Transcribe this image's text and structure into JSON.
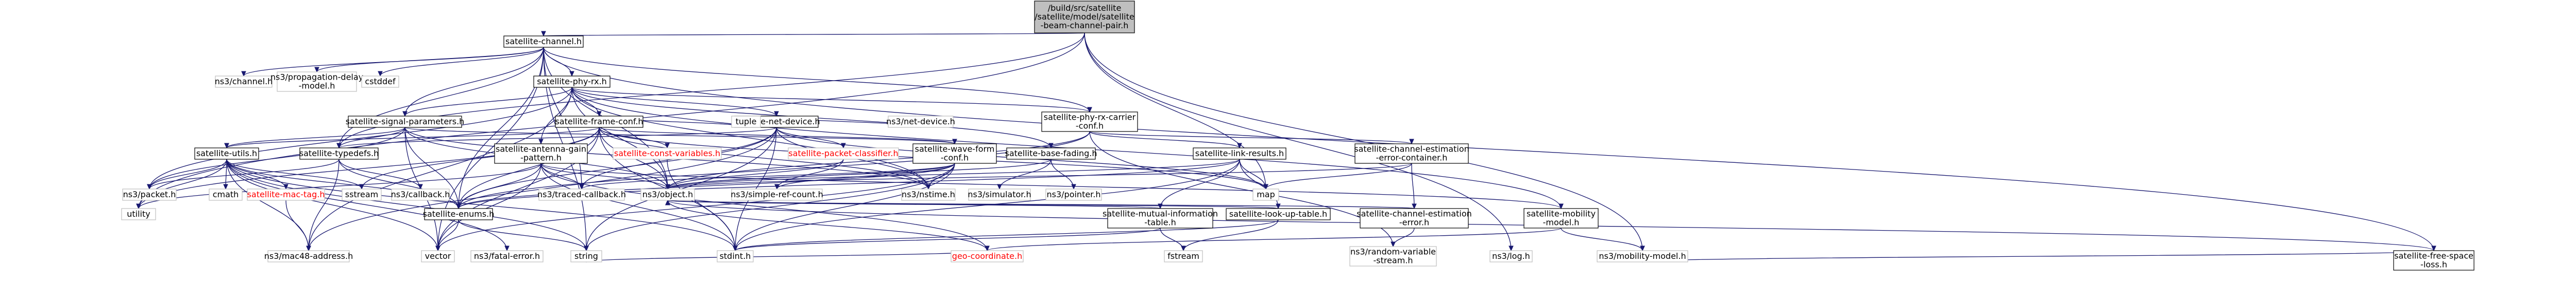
{
  "colors": {
    "edge": "#191970",
    "node_border": "#bfbfbf",
    "root_fill": "#bfbfbf",
    "missing_text": "#ff0000"
  },
  "nodes": {
    "root": {
      "lines": [
        "/build/src/satellite",
        "/satellite/model/satellite",
        "-beam-channel-pair.h"
      ]
    },
    "satellite_channel": {
      "lines": [
        "satellite-channel.h"
      ]
    },
    "utility": {
      "lines": [
        "utility"
      ]
    },
    "ns_channel": {
      "lines": [
        "ns3/channel.h"
      ]
    },
    "ns_propagation_delay": {
      "lines": [
        "ns3/propagation-delay",
        "-model.h"
      ]
    },
    "cstddef": {
      "lines": [
        "cstddef"
      ]
    },
    "satellite_phy_rx": {
      "lines": [
        "satellite-phy-rx.h"
      ]
    },
    "satellite_signal_parameters": {
      "lines": [
        "satellite-signal-parameters.h"
      ]
    },
    "satellite_frame_conf": {
      "lines": [
        "satellite-frame-conf.h"
      ]
    },
    "satellite_net_device": {
      "lines": [
        "satellite-net-device.h"
      ]
    },
    "satellite_phy_rx_carrier_conf": {
      "lines": [
        "satellite-phy-rx-carrier",
        "-conf.h"
      ]
    },
    "satellite_free_space_loss": {
      "lines": [
        "satellite-free-space",
        "-loss.h"
      ]
    },
    "satellite_utils": {
      "lines": [
        "satellite-utils.h"
      ]
    },
    "satellite_typedefs": {
      "lines": [
        "satellite-typedefs.h"
      ]
    },
    "satellite_antenna_gain_pattern": {
      "lines": [
        "satellite-antenna-gain",
        "-pattern.h"
      ]
    },
    "satellite_const_variables": {
      "lines": [
        "satellite-const-variables.h"
      ]
    },
    "satellite_packet_classifier": {
      "lines": [
        "satellite-packet-classifier.h"
      ]
    },
    "satellite_wave_form_conf": {
      "lines": [
        "satellite-wave-form",
        "-conf.h"
      ]
    },
    "tuple": {
      "lines": [
        "tuple"
      ]
    },
    "ns_traced_callback": {
      "lines": [
        "ns3/traced-callback.h"
      ]
    },
    "ns_object": {
      "lines": [
        "ns3/object.h"
      ]
    },
    "ns_net_device": {
      "lines": [
        "ns3/net-device.h"
      ]
    },
    "satellite_base_fading": {
      "lines": [
        "satellite-base-fading.h"
      ]
    },
    "satellite_link_results": {
      "lines": [
        "satellite-link-results.h"
      ]
    },
    "satellite_channel_estimation_error_container": {
      "lines": [
        "satellite-channel-estimation",
        "-error-container.h"
      ]
    },
    "cmath": {
      "lines": [
        "cmath"
      ]
    },
    "satellite_mac_tag": {
      "lines": [
        "satellite-mac-tag.h"
      ]
    },
    "sstream": {
      "lines": [
        "sstream"
      ]
    },
    "ns_packet": {
      "lines": [
        "ns3/packet.h"
      ]
    },
    "ns_callback": {
      "lines": [
        "ns3/callback.h"
      ]
    },
    "satellite_enums": {
      "lines": [
        "satellite-enums.h"
      ]
    },
    "ns_simple_ref_count": {
      "lines": [
        "ns3/simple-ref-count.h"
      ]
    },
    "ns_nstime": {
      "lines": [
        "ns3/nstime.h"
      ]
    },
    "ns_simulator": {
      "lines": [
        "ns3/simulator.h"
      ]
    },
    "ns_pointer": {
      "lines": [
        "ns3/pointer.h"
      ]
    },
    "map": {
      "lines": [
        "map"
      ]
    },
    "satellite_mutual_information_table": {
      "lines": [
        "satellite-mutual-information",
        "-table.h"
      ]
    },
    "satellite_look_up_table": {
      "lines": [
        "satellite-look-up-table.h"
      ]
    },
    "satellite_channel_estimation_error": {
      "lines": [
        "satellite-channel-estimation",
        "-error.h"
      ]
    },
    "satellite_mobility_model": {
      "lines": [
        "satellite-mobility",
        "-model.h"
      ]
    },
    "ns_mac48_address": {
      "lines": [
        "ns3/mac48-address.h"
      ]
    },
    "vector": {
      "lines": [
        "vector"
      ]
    },
    "ns_fatal_error": {
      "lines": [
        "ns3/fatal-error.h"
      ]
    },
    "string": {
      "lines": [
        "string"
      ]
    },
    "stdint": {
      "lines": [
        "stdint.h"
      ]
    },
    "geo_coordinate": {
      "lines": [
        "geo-coordinate.h"
      ]
    },
    "fstream": {
      "lines": [
        "fstream"
      ]
    },
    "ns_random_variable_stream": {
      "lines": [
        "ns3/random-variable",
        "-stream.h"
      ]
    },
    "ns_log": {
      "lines": [
        "ns3/log.h"
      ]
    },
    "ns_mobility_model": {
      "lines": [
        "ns3/mobility-model.h"
      ]
    }
  }
}
